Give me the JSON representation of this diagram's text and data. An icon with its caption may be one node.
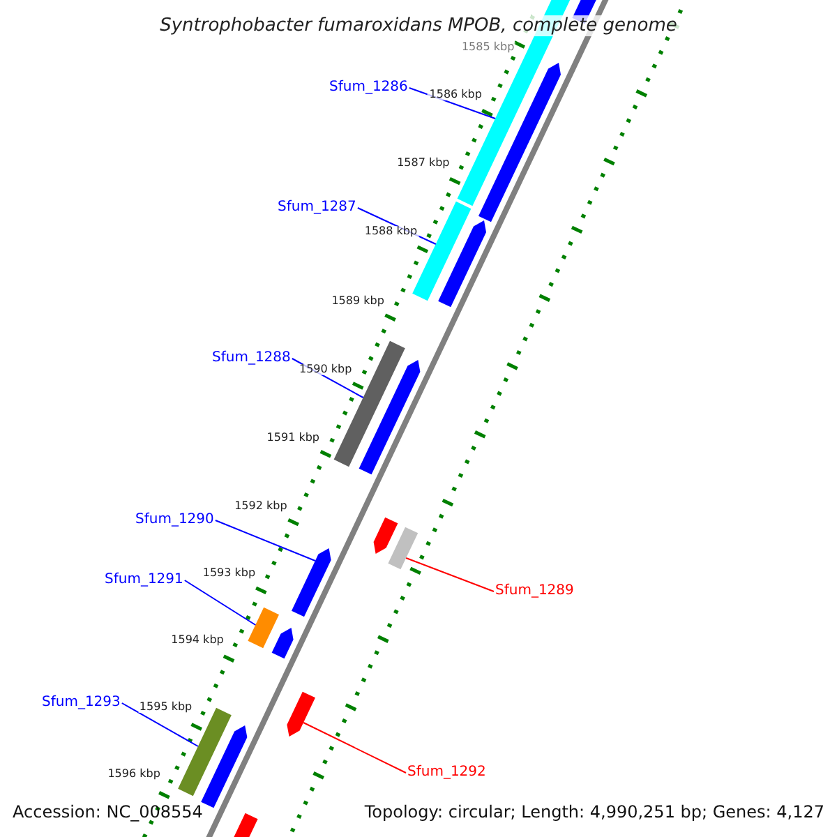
{
  "diagram": {
    "title": "Syntrophobacter fumaroxidans MPOB, complete genome",
    "nodes": [
      {
        "text": [
          "Sfum_1286"
        ]
      },
      {
        "text": [],
        "shape": "bar"
      },
      {
        "text": [
          "Sfum_1287"
        ]
      },
      {
        "text": [],
        "shape": "bar"
      },
      {
        "text": [
          "Sfum_1288"
        ]
      },
      {
        "text": [],
        "shape": "bar"
      },
      {
        "text": [
          "Sfum_1290"
        ]
      },
      {
        "text": [],
        "shape": "arrow"
      },
      {
        "text": [
          "Sfum_1289"
        ]
      },
      {
        "text": [],
        "shape": "bar"
      },
      {
        "text": [
          "Sfum_1291"
        ]
      },
      {
        "text": [],
        "shape": "bar"
      },
      {
        "text": [
          "Sfum_1293"
        ]
      },
      {
        "text": [],
        "shape": "bar"
      },
      {
        "text": [
          "Sfum_1292"
        ]
      },
      {
        "text": [],
        "shape": "arrow"
      },
      {
        "text": [],
        "shape": "arrow"
      },
      {
        "text": [],
        "shape": "arrow"
      },
      {
        "text": [],
        "shape": "arrow"
      },
      {
        "text": [],
        "shape": "arrow"
      },
      {
        "text": [],
        "shape": "arrow"
      },
      {
        "text": [],
        "shape": "arrow"
      },
      {
        "text": [],
        "shape": "arrow"
      },
      {
        "text": [],
        "shape": "arrow"
      }
    ],
    "edges": [
      {
        "from": 0,
        "to": 1,
        "arrow": "none"
      },
      {
        "from": 2,
        "to": 3,
        "arrow": "none"
      },
      {
        "from": 4,
        "to": 5,
        "arrow": "none"
      },
      {
        "from": 6,
        "to": 7,
        "arrow": "none"
      },
      {
        "from": 8,
        "to": 9,
        "arrow": "none",
        "color": "#ff0000"
      },
      {
        "from": 10,
        "to": 11,
        "arrow": "none"
      },
      {
        "from": 12,
        "to": 13,
        "arrow": "none"
      },
      {
        "from": 14,
        "to": 15,
        "arrow": "none",
        "color": "#ff0000"
      }
    ],
    "labels": [
      "1585 kbp",
      "1586 kbp",
      "1587 kbp",
      "1588 kbp",
      "1589 kbp",
      "1590 kbp",
      "1591 kbp",
      "1592 kbp",
      "1593 kbp",
      "1594 kbp",
      "1595 kbp",
      "1596 kbp",
      "Accession: NC_008554",
      "Topology: circular; Length: 4,990,251 bp; Genes: 4,127"
    ]
  }
}
